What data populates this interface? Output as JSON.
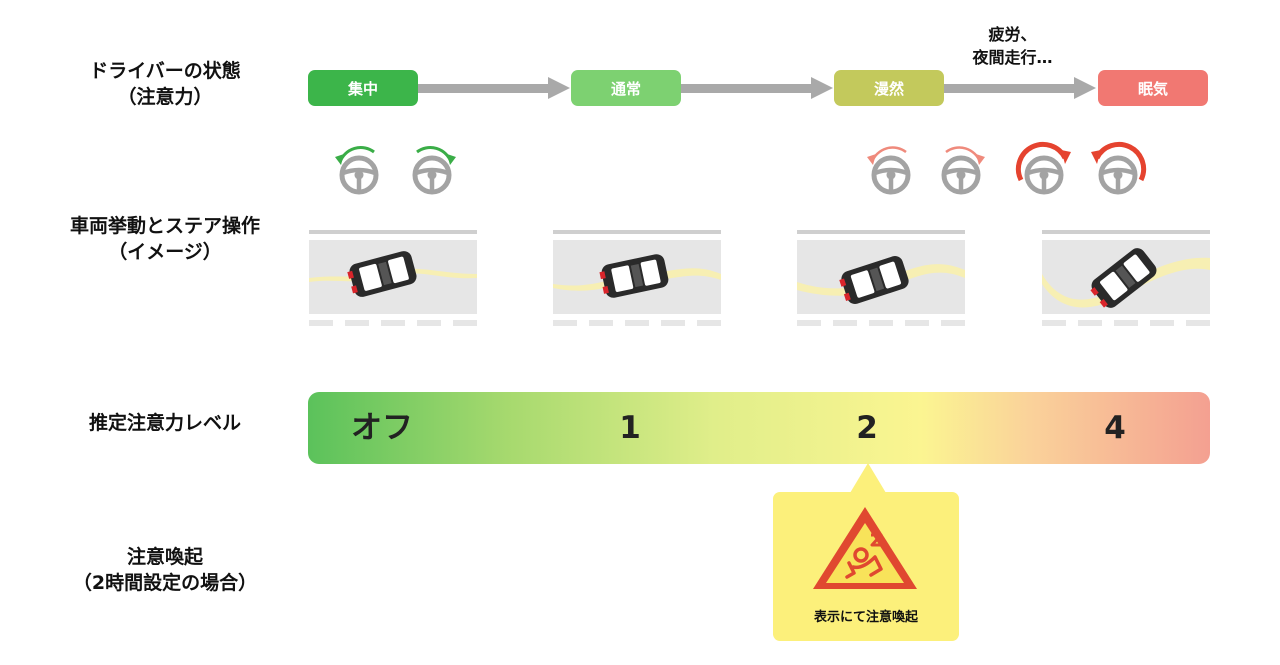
{
  "labels": {
    "driver_state": [
      "ドライバーの状態",
      "（注意力）"
    ],
    "vehicle": [
      "車両挙動とステア操作",
      "（イメージ）"
    ],
    "level": "推定注意力レベル",
    "alert": [
      "注意喚起",
      "（2時間設定の場合）"
    ]
  },
  "states": [
    {
      "label": "集中",
      "color": "#3cb54a"
    },
    {
      "label": "通常",
      "color": "#7dd171"
    },
    {
      "label": "漫然",
      "color": "#c3c95c"
    },
    {
      "label": "眠気",
      "color": "#f17872"
    }
  ],
  "cause": [
    "疲労、",
    "夜間走行…"
  ],
  "levels": [
    "オフ",
    "1",
    "2",
    "4"
  ],
  "alert_text": "表示にて注意喚起",
  "colors": {
    "steer_green": "#3aad47",
    "steer_red_light": "#ef8a7c",
    "steer_red": "#e5432f",
    "wheel_gray": "#a3a3a3",
    "road_gray": "#e6e6e6",
    "lane_gray": "#cfcfcf",
    "path_yellow": "#f7efb3",
    "warning_red": "#e04830",
    "warning_yellow": "#f8e35a"
  }
}
